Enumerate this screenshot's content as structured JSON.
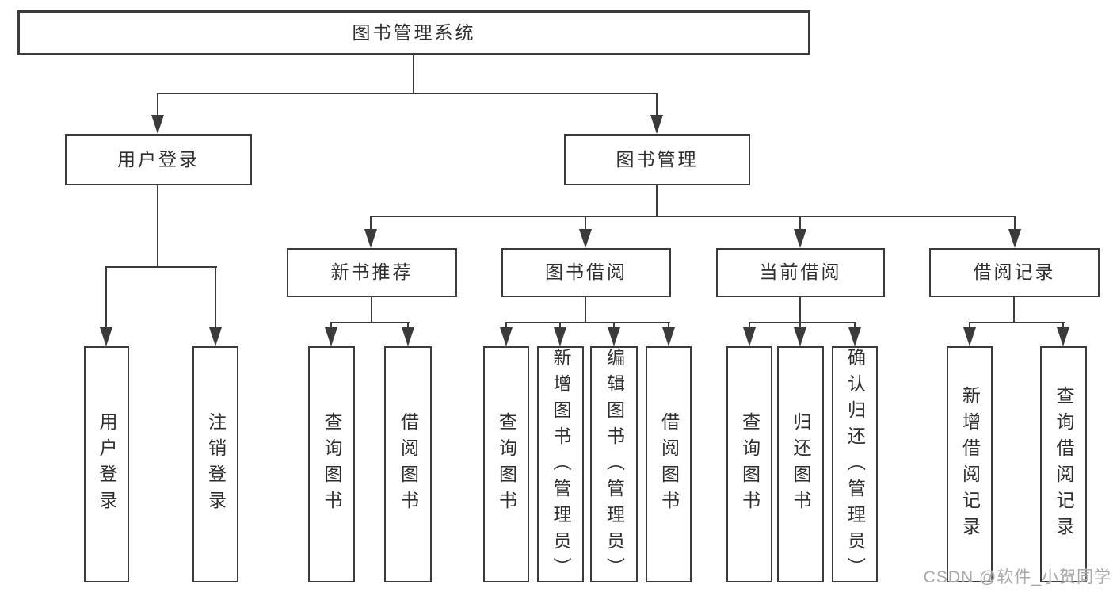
{
  "diagram": {
    "root": {
      "label": "图书管理系统"
    },
    "branches": [
      {
        "label": "用户登录",
        "children": [
          {
            "label": "用户登录"
          },
          {
            "label": "注销登录"
          }
        ]
      },
      {
        "label": "图书管理",
        "children": [
          {
            "label": "新书推荐",
            "children": [
              {
                "label": "查询图书"
              },
              {
                "label": "借阅图书"
              }
            ]
          },
          {
            "label": "图书借阅",
            "children": [
              {
                "label": "查询图书"
              },
              {
                "label": "新增图书（管理员）"
              },
              {
                "label": "编辑图书（管理员）"
              },
              {
                "label": "借阅图书"
              }
            ]
          },
          {
            "label": "当前借阅",
            "children": [
              {
                "label": "查询图书"
              },
              {
                "label": "归还图书"
              },
              {
                "label": "确认归还（管理员）"
              }
            ]
          },
          {
            "label": "借阅记录",
            "children": [
              {
                "label": "新增借阅记录"
              },
              {
                "label": "查询借阅记录"
              }
            ]
          }
        ]
      }
    ]
  },
  "watermark": {
    "text": "CSDN @软件_小贺同学"
  },
  "colors": {
    "line": "#3b3b3b",
    "text": "#2e2e2e",
    "watermark": "#a9a9a9",
    "background": "#ffffff"
  }
}
